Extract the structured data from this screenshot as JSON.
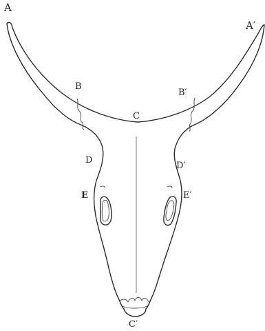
{
  "labels": {
    "A": "A",
    "A_prime": "A′",
    "B": "B",
    "B_prime": "B′",
    "C": "C",
    "C_prime": "C′",
    "D": "D",
    "D_prime": "D′",
    "E": "E",
    "E_prime": "E′"
  }
}
